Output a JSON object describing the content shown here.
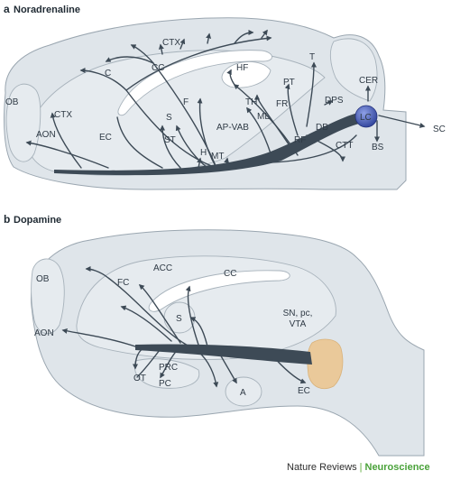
{
  "panel_a": {
    "letter": "a",
    "title": "Noradrenaline",
    "labels": {
      "CTX_top": "CTX",
      "CC": "CC",
      "C": "C",
      "HF": "HF",
      "T": "T",
      "PT": "PT",
      "CER": "CER",
      "OB": "OB",
      "CTX_front": "CTX",
      "TH": "TH",
      "FR": "FR",
      "DPS": "DPS",
      "F": "F",
      "ML": "ML",
      "LC": "LC",
      "SC": "SC",
      "S": "S",
      "AP_VAB": "AP-VAB",
      "DB": "DB",
      "AON": "AON",
      "EC": "EC",
      "ST": "ST",
      "RF": "RF",
      "BS": "BS",
      "H": "H",
      "MT": "MT",
      "CTT": "CTT"
    }
  },
  "panel_b": {
    "letter": "b",
    "title": "Dopamine",
    "labels": {
      "OB": "OB",
      "FC": "FC",
      "ACC": "ACC",
      "CC": "CC",
      "S": "S",
      "SN_line1": "SN, pc,",
      "SN_line2": "VTA",
      "AON": "AON",
      "OT": "OT",
      "PRC": "PRC",
      "PC": "PC",
      "A": "A",
      "EC": "EC"
    }
  },
  "credit": {
    "journal": "Nature Reviews",
    "separator": "|",
    "subject": "Neuroscience"
  },
  "colors": {
    "brain_fill": "#dfe5ea",
    "pathway": "#3d4a56",
    "locus_coeruleus": "#4a5fb8",
    "vta_region": "#eac99a",
    "accent_green": "#4aa23a"
  }
}
